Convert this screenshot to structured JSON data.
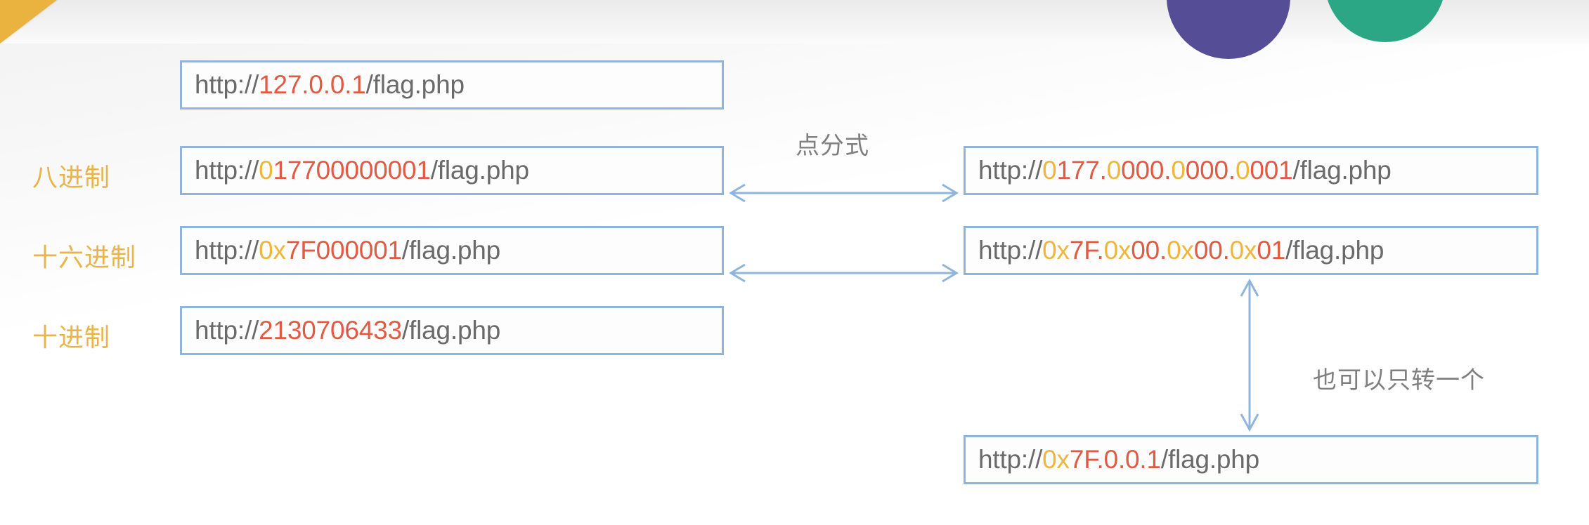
{
  "slide": {
    "title_visible": false,
    "decorations": {
      "corner_gold_color": "#EAB23F",
      "circle_purple_color": "#554E96",
      "circle_teal_color": "#2BA786",
      "top_band_color": "#EFEFEF"
    }
  },
  "palette": {
    "box_border": "#8FB5DC",
    "arrow": "#8FB5DC",
    "text_plain": "#6A6A6A",
    "text_red": "#E05B44",
    "text_gold": "#F0B63C",
    "label_gold": "#E8B44C",
    "annotation_gray": "#7F7F7F"
  },
  "labels": {
    "octal": "八进制",
    "hex": "十六进制",
    "decimal": "十进制"
  },
  "annotations": {
    "dotted_form": "点分式",
    "partial_convert": "也可以只转一个"
  },
  "boxes": {
    "dotted_decimal": {
      "full_text": "http://127.0.0.1/flag.php",
      "segments": [
        {
          "text": "http://",
          "style": "plain"
        },
        {
          "text": "127.0.0.1",
          "style": "red"
        },
        {
          "text": "/flag.php",
          "style": "plain"
        }
      ]
    },
    "octal_plain": {
      "full_text": "http://017700000001/flag.php",
      "segments": [
        {
          "text": "http://",
          "style": "plain"
        },
        {
          "text": "0",
          "style": "gold"
        },
        {
          "text": "17700000001",
          "style": "red"
        },
        {
          "text": "/flag.php",
          "style": "plain"
        }
      ]
    },
    "octal_dotted": {
      "full_text": "http://0177.0000.0000.0001/flag.php",
      "segments": [
        {
          "text": "http://",
          "style": "plain"
        },
        {
          "text": "0",
          "style": "gold"
        },
        {
          "text": "177.",
          "style": "red"
        },
        {
          "text": "0",
          "style": "gold"
        },
        {
          "text": "000.",
          "style": "red"
        },
        {
          "text": "0",
          "style": "gold"
        },
        {
          "text": "000.",
          "style": "red"
        },
        {
          "text": "0",
          "style": "gold"
        },
        {
          "text": "001",
          "style": "red"
        },
        {
          "text": "/flag.php",
          "style": "plain"
        }
      ]
    },
    "hex_plain": {
      "full_text": "http://0x7F000001/flag.php",
      "segments": [
        {
          "text": "http://",
          "style": "plain"
        },
        {
          "text": "0x",
          "style": "gold"
        },
        {
          "text": "7F000001",
          "style": "red"
        },
        {
          "text": "/flag.php",
          "style": "plain"
        }
      ]
    },
    "hex_dotted": {
      "full_text": "http://0x7F.0x00.0x00.0x01/flag.php",
      "segments": [
        {
          "text": "http://",
          "style": "plain"
        },
        {
          "text": "0x",
          "style": "gold"
        },
        {
          "text": "7F.",
          "style": "red"
        },
        {
          "text": "0x",
          "style": "gold"
        },
        {
          "text": "00.",
          "style": "red"
        },
        {
          "text": "0x",
          "style": "gold"
        },
        {
          "text": "00.",
          "style": "red"
        },
        {
          "text": "0x",
          "style": "gold"
        },
        {
          "text": "01",
          "style": "red"
        },
        {
          "text": "/flag.php",
          "style": "plain"
        }
      ]
    },
    "decimal_plain": {
      "full_text": "http://2130706433/flag.php",
      "segments": [
        {
          "text": "http://",
          "style": "plain"
        },
        {
          "text": "2130706433",
          "style": "red"
        },
        {
          "text": "/flag.php",
          "style": "plain"
        }
      ]
    },
    "hex_partial": {
      "full_text": "http://0x7F.0.0.1/flag.php",
      "segments": [
        {
          "text": "http://",
          "style": "plain"
        },
        {
          "text": "0x",
          "style": "gold"
        },
        {
          "text": "7F.0.0.1",
          "style": "red"
        },
        {
          "text": "/flag.php",
          "style": "plain"
        }
      ]
    }
  },
  "arrows": {
    "octal_link": "double-headed-horizontal",
    "hex_link": "double-headed-horizontal",
    "partial_link": "double-headed-vertical"
  }
}
